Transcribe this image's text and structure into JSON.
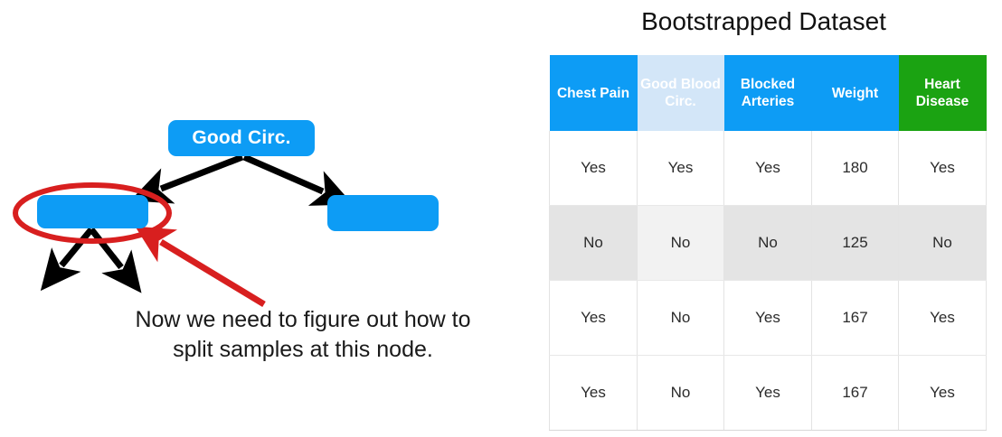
{
  "diagram": {
    "root_node_label": "Good Circ.",
    "left_node_label": "",
    "right_node_label": "",
    "caption": "Now we need to figure out how to split samples at this node.",
    "colors": {
      "node_blue": "#0d9cf5",
      "highlight_red": "#d81f1f",
      "arrow_black": "#000000"
    },
    "annotations": {
      "highlight_shape": "red-ellipse-around-left-node",
      "pointer": "red-arrow-to-left-node"
    }
  },
  "table": {
    "title": "Bootstrapped Dataset",
    "columns": [
      {
        "label": "Chest Pain",
        "style": "blue"
      },
      {
        "label": "Good Blood Circ.",
        "style": "faded-blue"
      },
      {
        "label": "Blocked Arteries",
        "style": "blue"
      },
      {
        "label": "Weight",
        "style": "blue"
      },
      {
        "label": "Heart Disease",
        "style": "green"
      }
    ],
    "rows": [
      {
        "striped": false,
        "cells": [
          "Yes",
          "Yes",
          "Yes",
          "180",
          "Yes"
        ]
      },
      {
        "striped": true,
        "cells": [
          "No",
          "No",
          "No",
          "125",
          "No"
        ]
      },
      {
        "striped": false,
        "cells": [
          "Yes",
          "No",
          "Yes",
          "167",
          "Yes"
        ]
      },
      {
        "striped": false,
        "cells": [
          "Yes",
          "No",
          "Yes",
          "167",
          "Yes"
        ]
      }
    ],
    "colors": {
      "header_blue": "#0d9cf5",
      "header_faded_blue": "#d3e6f8",
      "header_green": "#1ba312",
      "stripe_gray": "#e4e4e4"
    }
  }
}
